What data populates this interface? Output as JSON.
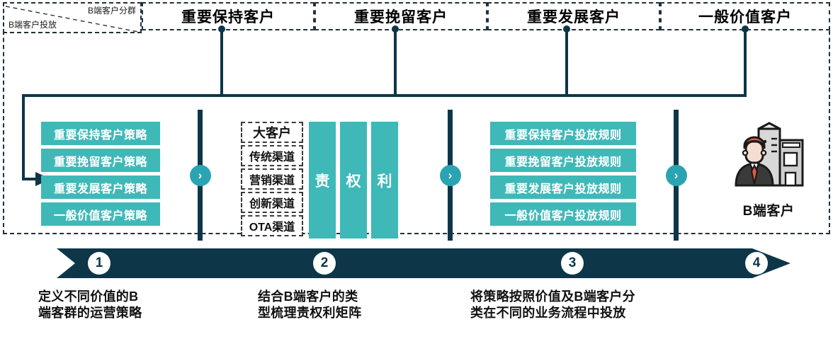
{
  "frame": {
    "corner": {
      "label_top": "B端客户分群",
      "label_bottom": "B端客户投放"
    },
    "headers": [
      {
        "label": "重要保持客户"
      },
      {
        "label": "重要挽留客户"
      },
      {
        "label": "重要发展客户"
      },
      {
        "label": "一般价值客户"
      }
    ]
  },
  "groups": {
    "strategies": {
      "items": [
        {
          "label": "重要保持客户策略"
        },
        {
          "label": "重要挽留客户策略"
        },
        {
          "label": "重要发展客户策略"
        },
        {
          "label": "一般价值客户策略"
        }
      ]
    },
    "matrix": {
      "rows": [
        {
          "label": "大客户"
        },
        {
          "label": "传统渠道"
        },
        {
          "label": "营销渠道"
        },
        {
          "label": "创新渠道"
        },
        {
          "label": "OTA渠道"
        }
      ],
      "columns": [
        {
          "label": "责"
        },
        {
          "label": "权"
        },
        {
          "label": "利"
        }
      ]
    },
    "rules": {
      "items": [
        {
          "label": "重要保持客户投放规则"
        },
        {
          "label": "重要挽留客户投放规则"
        },
        {
          "label": "重要发展客户投放规则"
        },
        {
          "label": "一般价值客户投放规则"
        }
      ]
    },
    "target": {
      "icon": "business-customer-icon",
      "label": "B端客户"
    }
  },
  "separators": [
    {
      "glyph": "›"
    },
    {
      "glyph": "›"
    },
    {
      "glyph": "›"
    }
  ],
  "timeline": {
    "steps": [
      {
        "number": "1",
        "caption_line1": "定义不同价值的B",
        "caption_line2": "端客群的运营策略"
      },
      {
        "number": "2",
        "caption_line1": "结合B端客户的类",
        "caption_line2": "型梳理责权利矩阵"
      },
      {
        "number": "3",
        "caption_line1": "将策略按照价值及B端客户分",
        "caption_line2": "类在不同的业务流程中投放"
      },
      {
        "number": "4",
        "caption_line1": "",
        "caption_line2": ""
      }
    ]
  },
  "colors": {
    "teal": "#3fb8b8",
    "teal_knob": "#2aa4b2",
    "dark": "#0d3648",
    "frame": "#22313a",
    "text": "#111111"
  }
}
